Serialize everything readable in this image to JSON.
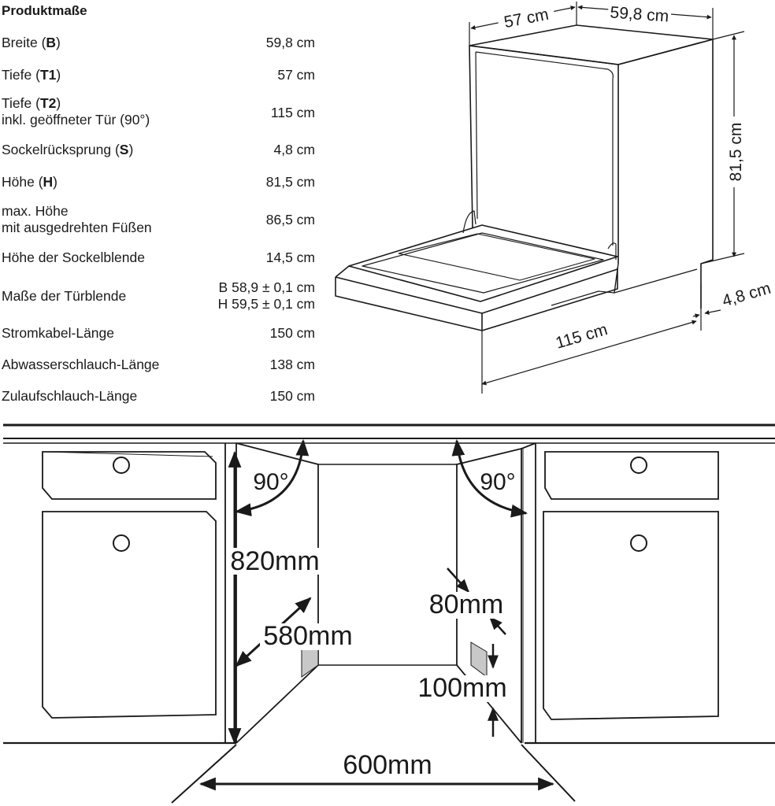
{
  "title": "Produktmaße",
  "specs": [
    {
      "label": [
        "Breite (",
        "B",
        ")"
      ],
      "value": [
        "59,8 cm"
      ]
    },
    {
      "label": [
        "Tiefe (",
        "T1",
        ")"
      ],
      "value": [
        "57 cm"
      ]
    },
    {
      "label": [
        "Tiefe (",
        "T2",
        ")"
      ],
      "label2": "inkl. geöffneter Tür (90°)",
      "value": [
        "115 cm"
      ]
    },
    {
      "label": [
        "Sockelrücksprung (",
        "S",
        ")"
      ],
      "value": [
        "4,8 cm"
      ]
    },
    {
      "label": [
        "Höhe (",
        "H",
        ")"
      ],
      "value": [
        "81,5 cm"
      ]
    },
    {
      "label": [
        "max. Höhe"
      ],
      "label2": "mit ausgedrehten Füßen",
      "value": [
        "86,5 cm"
      ]
    },
    {
      "label": [
        "Höhe der Sockelblende"
      ],
      "value": [
        "14,5 cm"
      ]
    },
    {
      "label": [
        "Maße der Türblende"
      ],
      "value": [
        "B 58,9 ± 0,1 cm",
        "H 59,5 ± 0,1 cm"
      ]
    },
    {
      "label": [
        "Stromkabel-Länge"
      ],
      "value": [
        "150 cm"
      ]
    },
    {
      "label": [
        "Abwasserschlauch-Länge"
      ],
      "value": [
        "138 cm"
      ]
    },
    {
      "label": [
        "Zulaufschlauch-Länge"
      ],
      "value": [
        "150 cm"
      ]
    }
  ],
  "product_labels": {
    "depth_top": "57 cm",
    "width_top": "59,8 cm",
    "height": "81,5 cm",
    "plinth": "4,8 cm",
    "depth_open": "115 cm"
  },
  "niche_labels": {
    "angle_left": "90°",
    "angle_right": "90°",
    "height": "820mm",
    "depth": "580mm",
    "recess": "80mm",
    "plinth_height": "100mm",
    "width": "600mm"
  }
}
